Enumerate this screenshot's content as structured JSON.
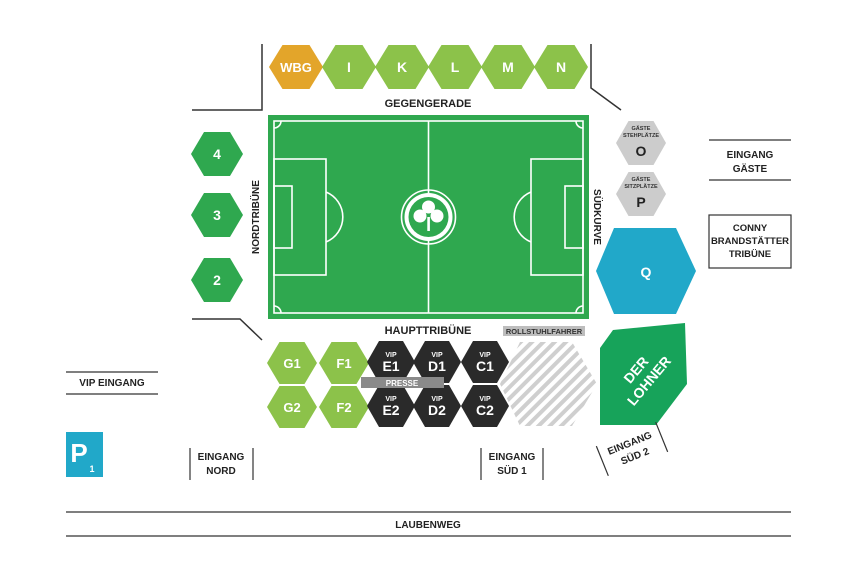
{
  "colors": {
    "pitch": "#2fa84f",
    "pitch_line": "#ffffff",
    "block_green": "#8cc24a",
    "block_dark_green": "#2fa84f",
    "block_gold": "#e3a52a",
    "block_vip": "#2a2a2a",
    "block_guest": "#cccccc",
    "block_q": "#21a8c9",
    "block_lohner": "#17a35a",
    "parking": "#21a8c9",
    "text_dark": "#222222",
    "presse_bar": "#8a8a8a",
    "rollstuhl_bar": "#bdbdbd"
  },
  "labels": {
    "gegengerade": "GEGENGERADE",
    "haupttribuene": "HAUPTTRIBÜNE",
    "nordtribuene": "NORDTRIBÜNE",
    "suedkurve": "SÜDKURVE",
    "rollstuhlfahrer": "ROLLSTUHLFAHRER",
    "presse": "PRESSE",
    "laubenweg": "LAUBENWEG",
    "vip_eingang": "VIP EINGANG",
    "eingang_gaeste": [
      "EINGANG",
      "GÄSTE"
    ],
    "conny": [
      "CONNY",
      "BRANDSTÄTTER",
      "TRIBÜNE"
    ],
    "eingang_nord": [
      "EINGANG",
      "NORD"
    ],
    "eingang_sued1": [
      "EINGANG",
      "SÜD 1"
    ],
    "eingang_sued2": [
      "EINGANG",
      "SÜD 2"
    ],
    "parking_letter": "P",
    "parking_number": "1",
    "club_logo_icon": "cloverleaf-icon"
  },
  "blocks": {
    "top": [
      "WBG",
      "I",
      "K",
      "L",
      "M",
      "N"
    ],
    "left": [
      "4",
      "3",
      "2"
    ],
    "guest": [
      {
        "small": [
          "GÄSTE",
          "STEHPLÄTZE"
        ],
        "letter": "O"
      },
      {
        "small": [
          "GÄSTE",
          "SITZPLÄTZE"
        ],
        "letter": "P"
      }
    ],
    "q": "Q",
    "lohner": [
      "DER",
      "LOHNER"
    ],
    "green_bottom": [
      "G1",
      "F1",
      "G2",
      "F2"
    ],
    "vip_prefix": "VIP",
    "vip_top": [
      "E1",
      "D1",
      "C1"
    ],
    "vip_bottom": [
      "E2",
      "D2",
      "C2"
    ]
  }
}
